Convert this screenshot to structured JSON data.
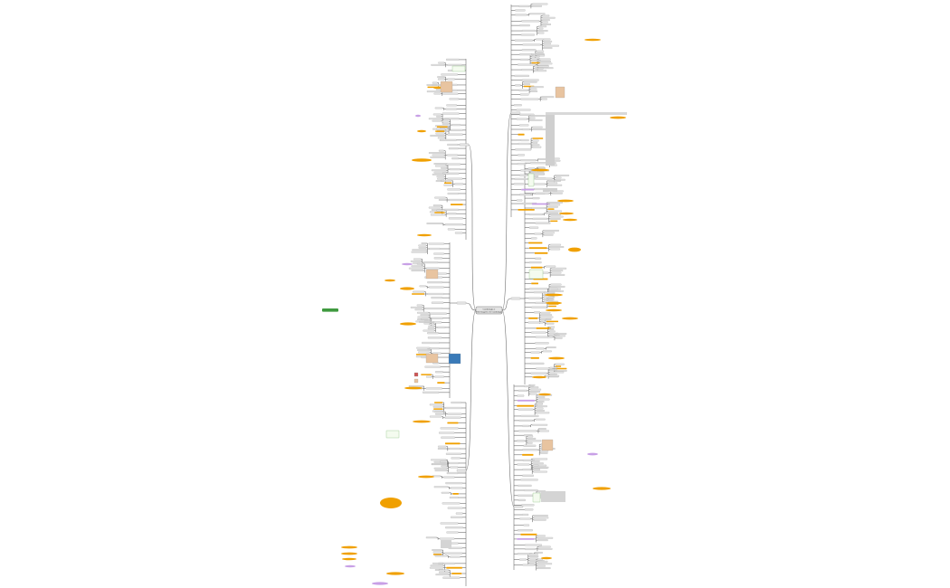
{
  "mindmap": {
    "central_topic": {
      "line1": "Cardiologia e",
      "line2": "Enfermagem em Cardiologia"
    },
    "floating_topic": "",
    "colors": {
      "background": "#ffffff",
      "line": "#6e6e6e",
      "topic_fill": "#e3e3e3",
      "topic_border": "#9a9a9a",
      "highlight_orange": "#f0a000",
      "highlight_purple": "#c8a0e6",
      "floating_green": "#3f9a3f",
      "image_tint": "#e8c4a0",
      "image_blue": "#3a7ab8"
    },
    "branch_names": [
      "right-upper",
      "right-middle",
      "right-lower",
      "left-upper",
      "left-middle",
      "left-lower"
    ]
  }
}
